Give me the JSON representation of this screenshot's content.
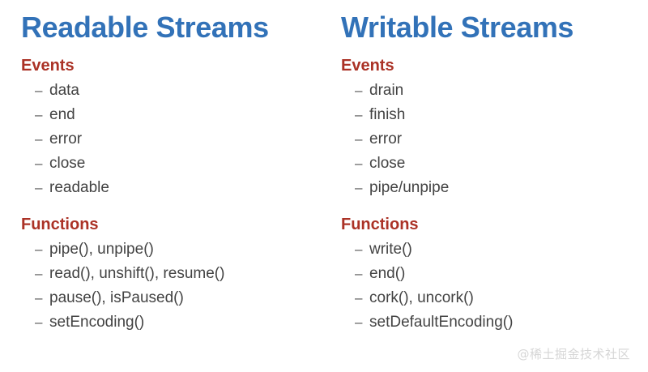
{
  "slide": {
    "background_color": "#ffffff",
    "title_color": "#3272b8",
    "heading_color": "#ab3226",
    "body_color": "#434343",
    "bullet_glyph": "–"
  },
  "columns": [
    {
      "title": "Readable Streams",
      "sections": [
        {
          "heading": "Events",
          "items": [
            "data",
            "end",
            "error",
            "close",
            "readable"
          ]
        },
        {
          "heading": "Functions",
          "items": [
            "pipe(), unpipe()",
            "read(), unshift(), resume()",
            "pause(), isPaused()",
            "setEncoding()"
          ]
        }
      ]
    },
    {
      "title": "Writable Streams",
      "sections": [
        {
          "heading": "Events",
          "items": [
            "drain",
            "finish",
            "error",
            "close",
            "pipe/unpipe"
          ]
        },
        {
          "heading": "Functions",
          "items": [
            "write()",
            "end()",
            "cork(), uncork()",
            "setDefaultEncoding()"
          ]
        }
      ]
    }
  ],
  "watermark": {
    "text": "@稀土掘金技术社区",
    "color": "#d6d6d6"
  }
}
